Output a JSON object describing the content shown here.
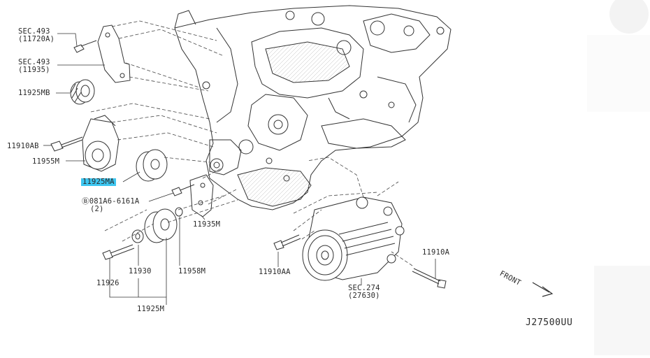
{
  "labels": {
    "sec493_a_line1": "SEC.493",
    "sec493_a_line2": "(11720A)",
    "sec493_b_line1": "SEC.493",
    "sec493_b_line2": "(11935)",
    "part_11925MB": "11925MB",
    "part_11910AB": "11910AB",
    "part_11955M": "11955M",
    "part_11925MA": "11925MA",
    "bolt_081A6": "Ⓑ081A6-6161A",
    "bolt_081A6_qty": "(2)",
    "part_11935M": "11935M",
    "part_11926": "11926",
    "part_11930": "11930",
    "part_11958M": "11958M",
    "part_11925M": "11925M",
    "part_11910AA": "11910AA",
    "sec274_line1": "SEC.274",
    "sec274_line2": "(27630)",
    "part_11910A": "11910A",
    "front_arrow": "FRONT",
    "diagram_code": "J27500UU"
  },
  "highlight_color": "#3ec6f0",
  "watermark": {
    "text1": "",
    "text2": "",
    "color": "#bfe3bf"
  }
}
